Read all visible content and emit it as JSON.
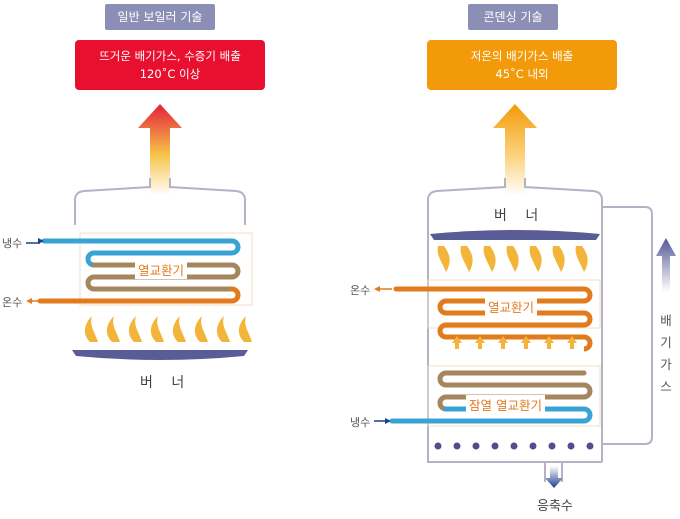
{
  "left": {
    "tab": "일반 보일러 기술",
    "exhaust_line1": "뜨거운 배기가스, 수증기 배출",
    "exhaust_line2": "120˚C 이상",
    "heat_exchanger": "열교환기",
    "cold_water": "냉수",
    "hot_water": "온수",
    "burner": "버 너"
  },
  "right": {
    "tab": "콘덴싱 기술",
    "exhaust_line1": "저온의 배기가스 배출",
    "exhaust_line2": "45˚C 내외",
    "burner": "버 너",
    "heat_exchanger": "열교환기",
    "latent_heat_exchanger": "잠열 열교환기",
    "hot_water": "온수",
    "cold_water": "냉수",
    "exhaust_vertical": "배기가스",
    "condensate": "응축수"
  },
  "colors": {
    "tab": "#8c8fb5",
    "hot_box": "#e8102e",
    "warm_box": "#f29a0a",
    "cold_pipe": "#3aa3d6",
    "hot_pipe": "#e27a1e",
    "burner_plate": "#5a5c96",
    "outline": "#b3b3c4"
  }
}
